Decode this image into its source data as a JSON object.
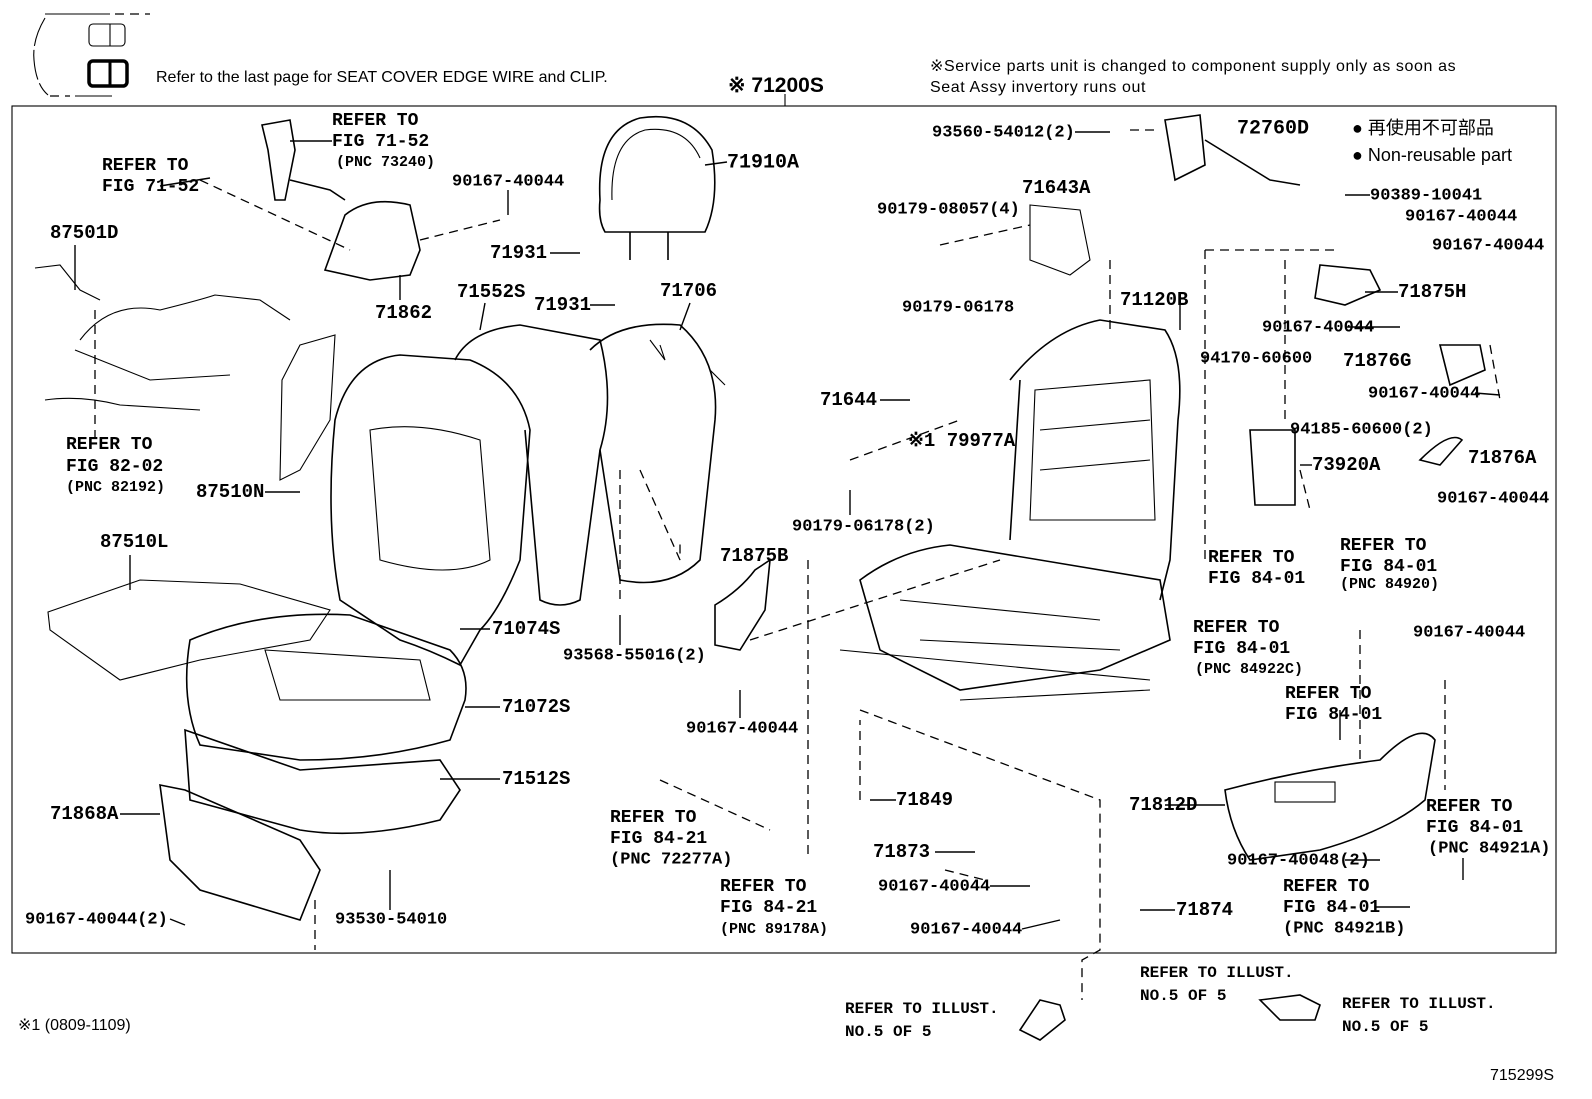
{
  "header": {
    "seat_cover_note": "Refer to the last page for SEAT COVER EDGE WIRE and CLIP.",
    "assembly_label": "※ 71200S",
    "service_note_line1": "※Service parts unit is changed to component supply only as soon as",
    "service_note_line2": "Seat Assy invertory runs out"
  },
  "legend": {
    "non_reusable_jp": "● 再使用不可部品",
    "non_reusable_en": "● Non-reusable part"
  },
  "callouts": [
    "REFER TO",
    "FIG 71-52",
    "(PNC 73240)",
    "REFER TO",
    "FIG 71-52",
    "90167-40044",
    "71910A",
    "87501D",
    "71931",
    "71931",
    "71862",
    "71552S",
    "71706",
    "REFER TO",
    "FIG 82-02",
    "(PNC 82192)",
    "87510N",
    "87510L",
    "71074S",
    "93568-55016(2)",
    "71072S",
    "71512S",
    "71868A",
    "90167-40044(2)",
    "93530-54010",
    "71875B",
    "90167-40044",
    "REFER TO",
    "FIG 84-21",
    "(PNC 72277A)",
    "REFER TO",
    "FIG 84-21",
    "(PNC 89178A)",
    "93560-54012(2)",
    "72760D",
    "90389-10041",
    "90167-40044",
    "90167-40044",
    "71875H",
    "90179-08057(4)",
    "71643A",
    "90179-06178",
    "71120B",
    "94170-60600",
    "90167-40044",
    "71876G",
    "90167-40044",
    "71644",
    "※1 79977A",
    "94185-60600(2)",
    "73920A",
    "71876A",
    "90167-40044",
    "90179-06178(2)",
    "REFER TO",
    "FIG 84-01",
    "REFER TO",
    "FIG 84-01",
    "(PNC 84920)",
    "REFER TO",
    "FIG 84-01",
    "(PNC 84922C)",
    "90167-40044",
    "REFER TO",
    "FIG 84-01",
    "71849",
    "71812D",
    "REFER TO",
    "FIG 84-01",
    "(PNC 84921A)",
    "71873",
    "90167-40048(2)",
    "90167-40044",
    "REFER TO",
    "FIG 84-01",
    "(PNC 84921B)",
    "71874",
    "90167-40044"
  ],
  "outside_refs": [
    {
      "line1": "REFER TO ILLUST.",
      "line2": "NO.5 OF 5"
    },
    {
      "line1": "REFER TO ILLUST.",
      "line2": "NO.5 OF 5"
    },
    {
      "line1": "REFER TO ILLUST.",
      "line2": "NO.5 OF 5"
    }
  ],
  "footer": {
    "footnote": "※1 (0809-1109)",
    "figure_id": "715299S"
  }
}
